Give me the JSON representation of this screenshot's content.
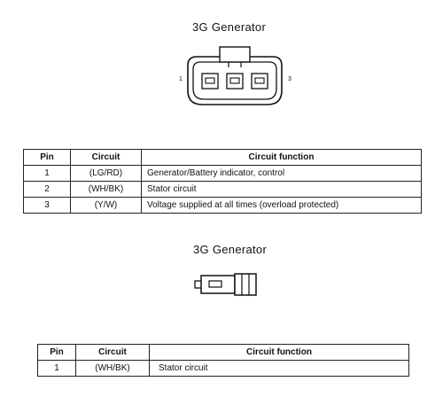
{
  "diagram1": {
    "title": "3G Generator",
    "pin_left": "1",
    "pin_right": "3"
  },
  "table1": {
    "headers": [
      "Pin",
      "Circuit",
      "Circuit function"
    ],
    "rows": [
      [
        "1",
        "(LG/RD)",
        "Generator/Battery indicator, control"
      ],
      [
        "2",
        "(WH/BK)",
        "Stator circuit"
      ],
      [
        "3",
        "(Y/W)",
        "Voltage supplied at all times (overload protected)"
      ]
    ]
  },
  "diagram2": {
    "title": "3G Generator"
  },
  "table2": {
    "headers": [
      "Pin",
      "Circuit",
      "Circuit function"
    ],
    "rows": [
      [
        "1",
        "(WH/BK)",
        "Stator circuit"
      ]
    ]
  }
}
